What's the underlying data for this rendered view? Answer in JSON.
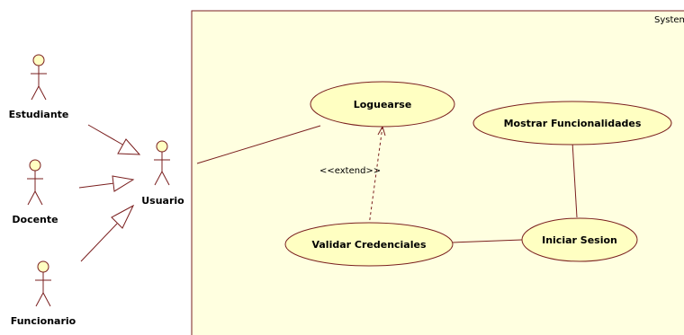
{
  "diagram": {
    "system": {
      "label": "System"
    },
    "actors": [
      {
        "name": "Estudiante"
      },
      {
        "name": "Docente"
      },
      {
        "name": "Funcionario"
      },
      {
        "name": "Usuario"
      }
    ],
    "use_cases": [
      {
        "name": "Loguearse"
      },
      {
        "name": "Mostrar Funcionalidades"
      },
      {
        "name": "Validar Credenciales"
      },
      {
        "name": "Iniciar Sesion"
      }
    ],
    "relations": {
      "extend_label": "<<extend>>"
    }
  },
  "colors": {
    "system_fill": "#ffffe0",
    "use_case_fill": "#ffffc2",
    "stroke": "#7a1f1f",
    "actor_fill": "#ffffc2"
  }
}
